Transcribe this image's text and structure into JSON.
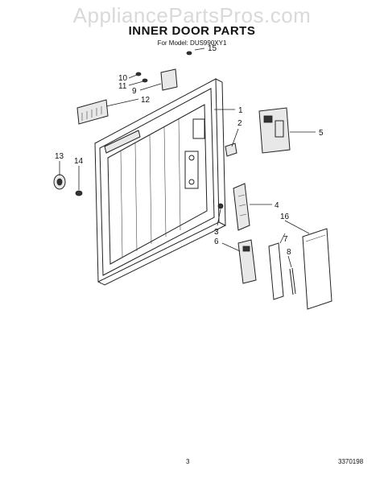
{
  "watermark": "AppliancePartsPros.com",
  "header": {
    "title": "INNER DOOR PARTS",
    "model_label": "For Model: DUS990XY1"
  },
  "callouts": [
    "1",
    "2",
    "3",
    "4",
    "5",
    "6",
    "7",
    "8",
    "9",
    "10",
    "11",
    "12",
    "13",
    "14",
    "15",
    "16"
  ],
  "footer": {
    "page_number": "3",
    "doc_code": "3370198"
  }
}
